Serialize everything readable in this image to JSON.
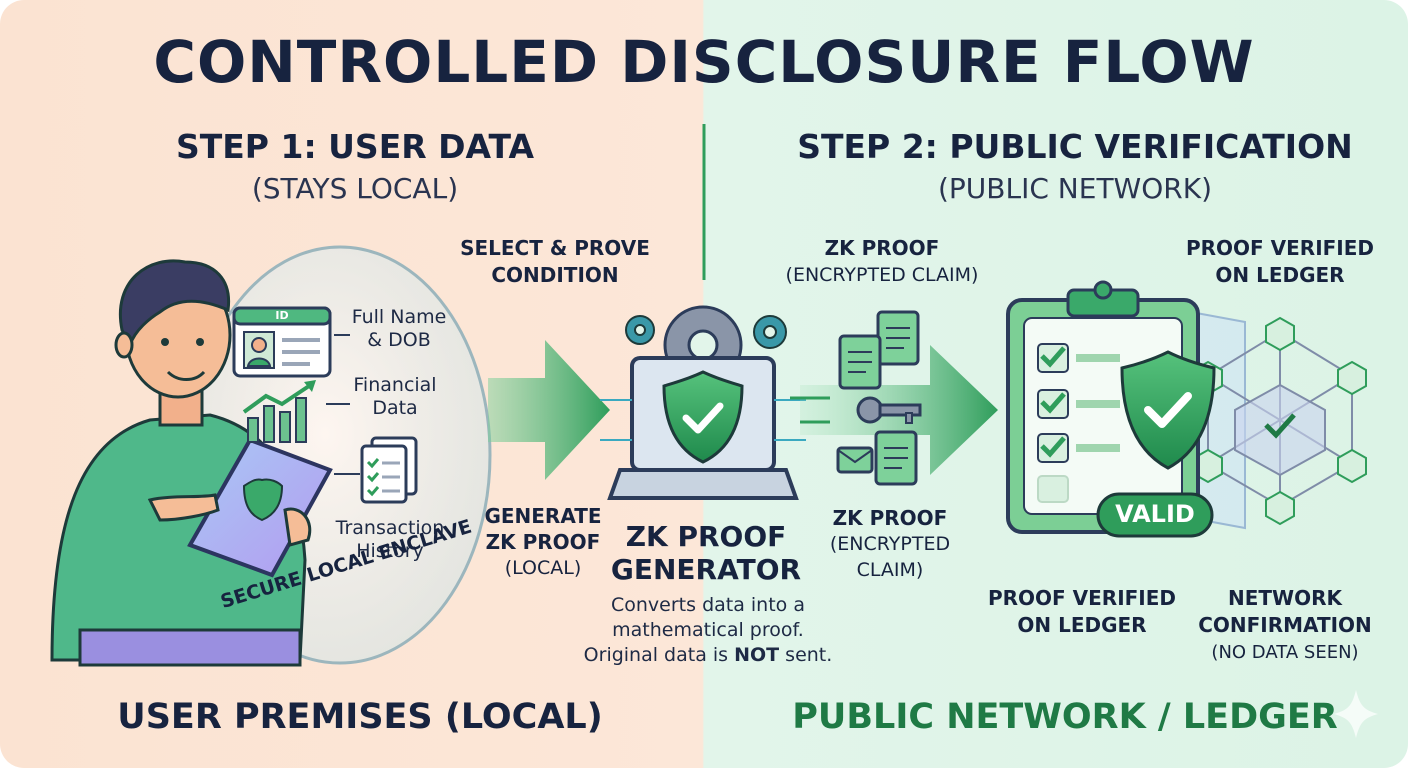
{
  "title": "CONTROLLED DISCLOSURE FLOW",
  "step1": {
    "title": "STEP 1: USER DATA",
    "subtitle": "(STAYS LOCAL)"
  },
  "step2": {
    "title": "STEP 2: PUBLIC VERIFICATION",
    "subtitle": "(PUBLIC NETWORK)"
  },
  "select_prove": [
    "SELECT & PROVE",
    "CONDITION"
  ],
  "enclave": {
    "label": "SECURE LOCAL ENCLAVE",
    "id_badge": "ID",
    "items": [
      {
        "line1": "Full Name",
        "line2": "& DOB"
      },
      {
        "line1": "Financial",
        "line2": "Data"
      },
      {
        "line1": "Transaction",
        "line2": "History"
      }
    ]
  },
  "generate": {
    "line1": "GENERATE",
    "line2": "ZK PROOF",
    "line3": "(LOCAL)"
  },
  "generator": {
    "title1": "ZK PROOF",
    "title2": "GENERATOR",
    "desc1": "Converts data into a",
    "desc2": "mathematical proof.",
    "desc3_pre": "Original data is ",
    "desc3_bold": "NOT",
    "desc3_post": " sent."
  },
  "zk_top": {
    "line1": "ZK PROOF",
    "line2": "(ENCRYPTED CLAIM)"
  },
  "zk_bottom": {
    "line1": "ZK PROOF",
    "line2": "(ENCRYPTED",
    "line3": "CLAIM)"
  },
  "verified_top": {
    "line1": "PROOF VERIFIED",
    "line2": "ON LEDGER"
  },
  "verified_bottom": {
    "line1": "PROOF VERIFIED",
    "line2": "ON LEDGER"
  },
  "valid_badge": "VALID",
  "network_conf": {
    "line1": "NETWORK",
    "line2": "CONFIRMATION",
    "line3": "(NO DATA SEEN)"
  },
  "footer_left": "USER PREMISES (LOCAL)",
  "footer_right": "PUBLIC NETWORK / LEDGER",
  "colors": {
    "navy": "#17233f",
    "green": "#2f9d5b",
    "dark_green": "#1f7a45",
    "local_bg": "#fbe3d2",
    "public_bg": "#dcf3e6"
  }
}
